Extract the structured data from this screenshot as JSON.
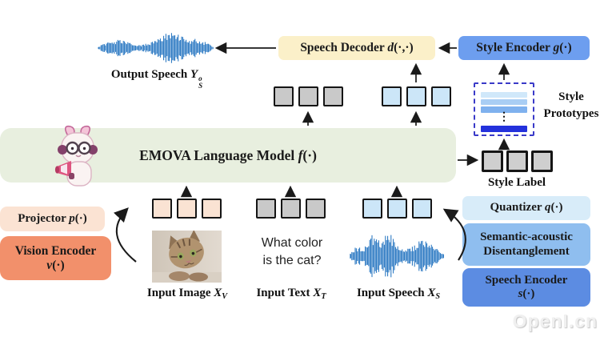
{
  "nodes": {
    "speech_decoder": {
      "label_prefix": "Speech Decoder ",
      "var": "d",
      "args": "(·,·)"
    },
    "style_encoder": {
      "label_prefix": "Style Encoder ",
      "var": "g",
      "args": "(·)"
    },
    "language_model": {
      "label_prefix": "EMOVA Language Model ",
      "var": "f",
      "args": "(·)"
    },
    "projector": {
      "label_prefix": "Projector ",
      "var": "p",
      "args": "(·)"
    },
    "vision_encoder": {
      "line1": "Vision Encoder",
      "var": "v",
      "args": "(·)"
    },
    "quantizer": {
      "label_prefix": "Quantizer ",
      "var": "q",
      "args": "(·)"
    },
    "disentanglement": {
      "line1": "Semantic-acoustic",
      "line2": "Disentanglement"
    },
    "speech_encoder": {
      "line1": "Speech Encoder",
      "var": "s",
      "args": "(·)"
    }
  },
  "labels": {
    "output_speech": {
      "text": "Output Speech ",
      "var": "Y",
      "sup": "o",
      "sub": "S"
    },
    "style_prototypes": {
      "line1": "Style",
      "line2": "Prototypes"
    },
    "style_label": "Style Label",
    "dots": "⋮",
    "input_image": {
      "text": "Input Image ",
      "var": "X",
      "sub": "V"
    },
    "input_text": {
      "text": "Input Text ",
      "var": "X",
      "sub": "T"
    },
    "input_speech": {
      "text": "Input Speech ",
      "var": "X",
      "sub": "S"
    }
  },
  "query": {
    "line1": "What color",
    "line2": "is the cat?"
  },
  "watermark": "OpenI.cn",
  "colors": {
    "speech_decoder_bg": "#FBF0C9",
    "style_encoder_bg": "#6D9EEF",
    "language_model_bg": "#E8EFDF",
    "projector_bg": "#FBE3D3",
    "vision_encoder_bg": "#F2906B",
    "quantizer_bg": "#D8ECF9",
    "disentanglement_bg": "#8FBEEF",
    "speech_encoder_bg": "#5C8CE2",
    "token_image": "#FAE3D3",
    "token_text": "#C9C9C9",
    "token_speech": "#CCE6F8",
    "waveform": "#1C6FBE",
    "prototype_bars": [
      "#D0E8FA",
      "#A9CEF4",
      "#7FB1EE",
      "#2331DC"
    ],
    "prototype_border": "#3A3AC8"
  }
}
